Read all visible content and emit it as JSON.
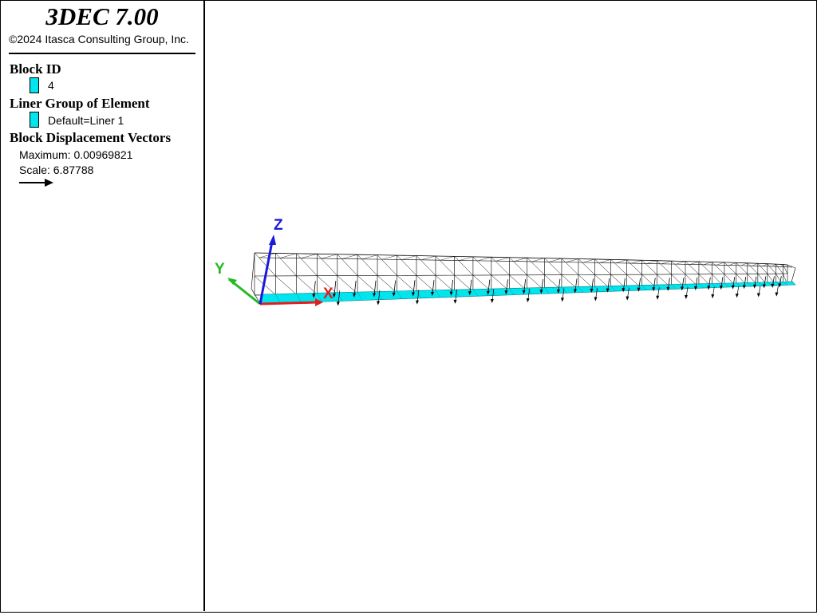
{
  "app": {
    "title": "3DEC 7.00",
    "copyright": "©2024 Itasca Consulting Group, Inc."
  },
  "legend": {
    "block_id": {
      "heading": "Block  ID",
      "items": [
        {
          "label": "4",
          "color": "#00e5ee"
        }
      ]
    },
    "liner_group": {
      "heading": "Liner Group of Element",
      "items": [
        {
          "label": "Default=Liner 1",
          "color": "#00e5ee"
        }
      ]
    },
    "displacement": {
      "heading": "Block Displacement Vectors",
      "maximum": "Maximum: 0.00969821",
      "scale": "Scale: 6.87788"
    }
  },
  "axes": {
    "x": {
      "label": "X",
      "color": "#e02020"
    },
    "y": {
      "label": "Y",
      "color": "#22bb22"
    },
    "z": {
      "label": "Z",
      "color": "#1a1adb"
    }
  },
  "colors": {
    "liner": "#00e5ee",
    "mesh": "#000000",
    "vectors": "#000000"
  }
}
